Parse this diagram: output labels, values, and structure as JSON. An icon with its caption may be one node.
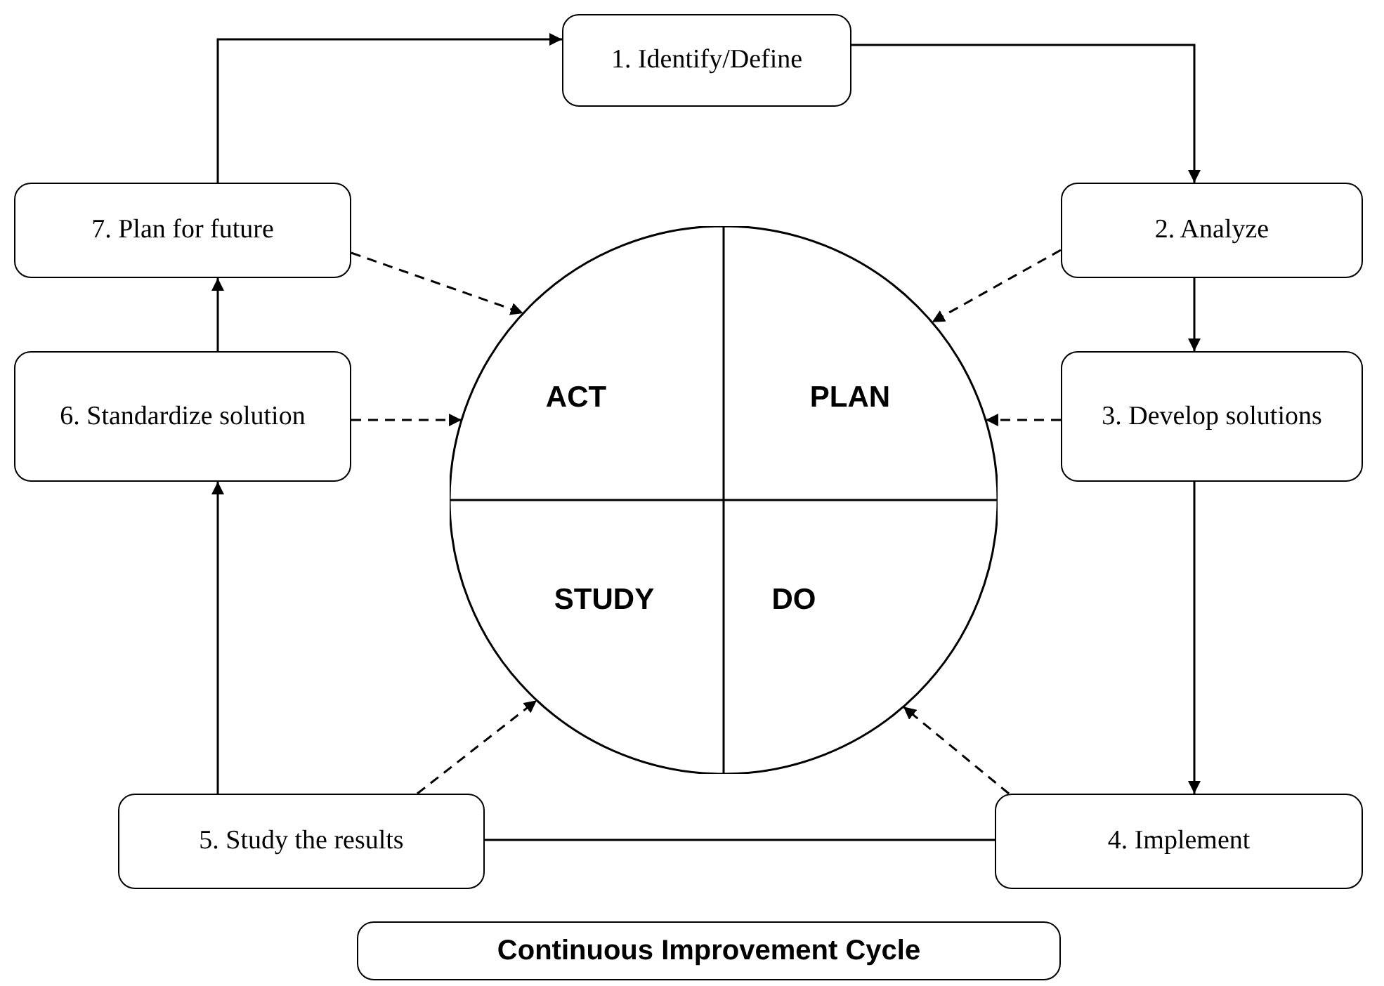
{
  "diagram": {
    "title": "Continuous Improvement Cycle",
    "nodes": [
      {
        "text": [
          "1. Identify/Define"
        ]
      },
      {
        "text": [
          "2. Analyze"
        ]
      },
      {
        "text": [
          "3. Develop solutions"
        ]
      },
      {
        "text": [
          "4. Implement"
        ]
      },
      {
        "text": [
          "5. Study the results"
        ]
      },
      {
        "text": [
          "6. Standardize solution"
        ]
      },
      {
        "text": [
          "7. Plan for future"
        ]
      },
      {
        "text": [],
        "shape": "circle"
      },
      {
        "text": [
          "ACT"
        ],
        "in": 7
      },
      {
        "text": [
          "PLAN"
        ],
        "in": 7
      },
      {
        "text": [
          "STUDY"
        ],
        "in": 7
      },
      {
        "text": [
          "DO"
        ],
        "in": 7
      }
    ],
    "edges": [
      {
        "from": 6,
        "to": 0,
        "arrow": "to"
      },
      {
        "from": 0,
        "to": 1,
        "arrow": "to"
      },
      {
        "from": 1,
        "to": 2,
        "arrow": "to"
      },
      {
        "from": 2,
        "to": 3,
        "arrow": "to"
      },
      {
        "from": 3,
        "to": 4,
        "arrow": "none"
      },
      {
        "from": 4,
        "to": 5,
        "arrow": "to"
      },
      {
        "from": 5,
        "to": 6,
        "arrow": "to"
      },
      {
        "from": 6,
        "to": 8,
        "arrow": "to",
        "style": "dashed"
      },
      {
        "from": 1,
        "to": 9,
        "arrow": "to",
        "style": "dashed"
      },
      {
        "from": 2,
        "to": 9,
        "arrow": "to",
        "style": "dashed"
      },
      {
        "from": 3,
        "to": 11,
        "arrow": "to",
        "style": "dashed"
      },
      {
        "from": 4,
        "to": 10,
        "arrow": "to",
        "style": "dashed"
      },
      {
        "from": 5,
        "to": 8,
        "arrow": "to",
        "style": "dashed"
      }
    ]
  }
}
